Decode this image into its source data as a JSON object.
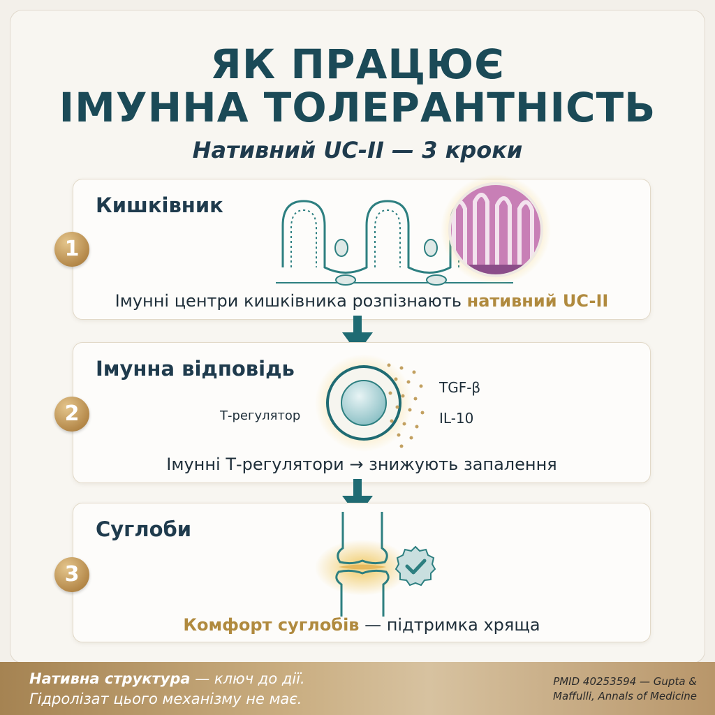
{
  "header": {
    "title_line1": "ЯК ПРАЦЮЄ",
    "title_line2": "ІМУННА ТОЛЕРАНТНІСТЬ",
    "subtitle": "Нативний UC-II — 3 кроки"
  },
  "steps": [
    {
      "number": "1",
      "title": "Кишківник",
      "text_plain": "Імунні центри кишківника розпізнають ",
      "text_highlight": "нативний UC-II",
      "illustration": "intestinal-villi-icon"
    },
    {
      "number": "2",
      "title": "Імунна відповідь",
      "text": "Імунні Т-регулятори → знижують запалення",
      "cell_label": "Т-регулятор",
      "cytokine_1": "TGF-β",
      "cytokine_2": "IL-10",
      "illustration": "t-cell-icon"
    },
    {
      "number": "3",
      "title": "Суглоби",
      "text_highlight": "Комфорт суглобів",
      "text_plain": " — підтримка хряща",
      "illustration": "knee-joint-icon"
    }
  ],
  "footer": {
    "left_bold": "Нативна структура",
    "left_rest": " — ключ до дії.",
    "left_line2": "Гідролізат цього механізму не має.",
    "citation_line1": "PMID 40253594 — Gupta &",
    "citation_line2": "Maffulli, Annals of Medicine"
  },
  "colors": {
    "teal": "#1b4a57",
    "gold": "#b08a3e",
    "background": "#f3f0ea"
  }
}
